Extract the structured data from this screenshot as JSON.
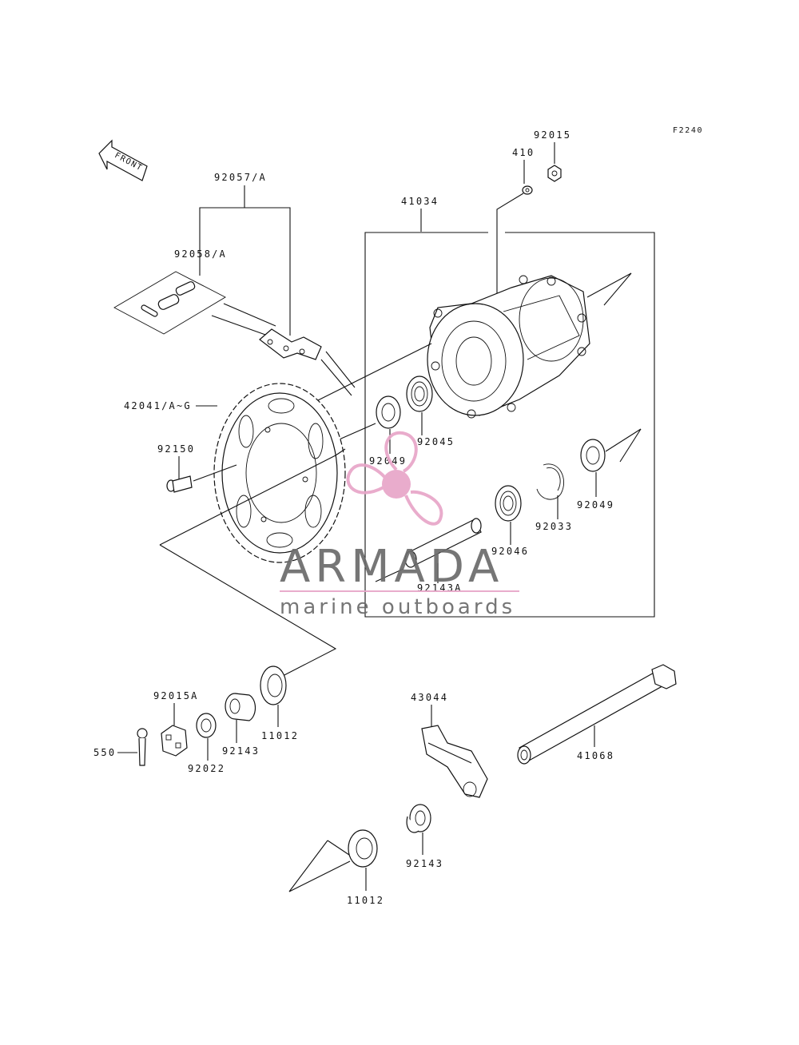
{
  "diagram": {
    "code": "F2240",
    "front_label": "FRONT",
    "accent_color": "#e8a6c8",
    "watermark_gray": "#6b6b6b",
    "parts": {
      "p92015_top": "92015",
      "p410": "410",
      "p41034": "41034",
      "p92057": "92057/A",
      "p92058": "92058/A",
      "p42041": "42041/A~G",
      "p92150": "92150",
      "p92049_left": "92049",
      "p92045": "92045",
      "p92049_right": "92049",
      "p92033": "92033",
      "p92046": "92046",
      "p92143A": "92143A",
      "p43044": "43044",
      "p41068": "41068",
      "p92015A": "92015A",
      "p550": "550",
      "p92022": "92022",
      "p92143_left": "92143",
      "p11012_top": "11012",
      "p92143_bottom": "92143",
      "p11012_bottom": "11012"
    }
  },
  "watermark": {
    "brand": "ARMADA",
    "tagline": "marine outboards"
  }
}
